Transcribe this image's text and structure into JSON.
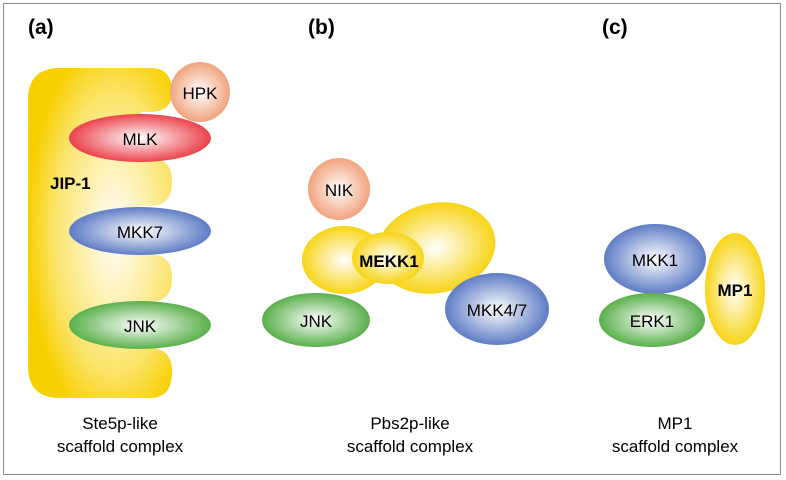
{
  "panels": {
    "a": {
      "label": "(a)",
      "caption_line1": "Ste5p-like",
      "caption_line2": "scaffold complex",
      "scaffold": "JIP-1",
      "proteins": {
        "hpk": "HPK",
        "mlk": "MLK",
        "mkk7": "MKK7",
        "jnk": "JNK"
      }
    },
    "b": {
      "label": "(b)",
      "caption_line1": "Pbs2p-like",
      "caption_line2": "scaffold complex",
      "scaffold": "MEKK1",
      "proteins": {
        "nik": "NIK",
        "jnk": "JNK",
        "mkk47": "MKK4/7"
      }
    },
    "c": {
      "label": "(c)",
      "caption_line1": "MP1",
      "caption_line2": "scaffold complex",
      "scaffold": "MP1",
      "proteins": {
        "mkk1": "MKK1",
        "erk1": "ERK1"
      }
    }
  },
  "colors": {
    "yellow": "#f7d000",
    "red": "#e8303a",
    "blue": "#4f6fbf",
    "green": "#4aa83a",
    "salmon": "#f09a70"
  }
}
